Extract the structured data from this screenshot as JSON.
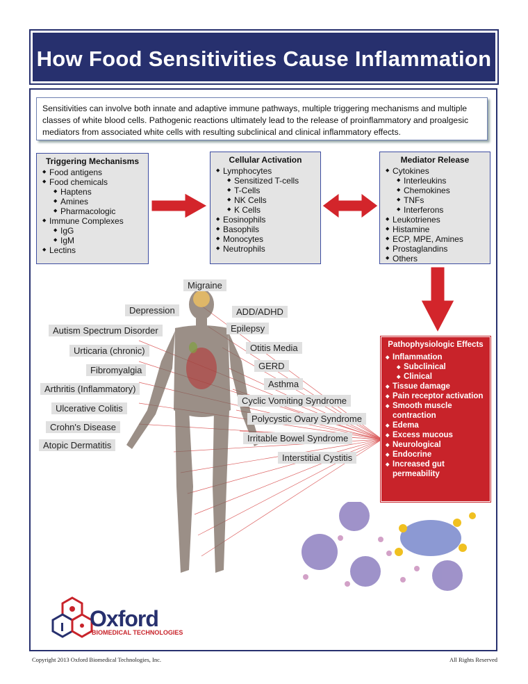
{
  "header": {
    "title": "How Food Sensitivities Cause Inflammation"
  },
  "intro": {
    "text": "Sensitivities can involve both innate and adaptive immune pathways, multiple triggering mechanisms and multiple classes of white blood cells.  Pathogenic reactions ultimately lead to the release of proinflammatory and proalgesic mediators from associated white cells with resulting subclinical and clinical inflammatory effects."
  },
  "triggering": {
    "title": "Triggering Mechanisms",
    "items": [
      {
        "text": "Food antigens",
        "level": 0
      },
      {
        "text": "Food chemicals",
        "level": 0
      },
      {
        "text": "Haptens",
        "level": 1
      },
      {
        "text": "Amines",
        "level": 1
      },
      {
        "text": "Pharmacologic",
        "level": 1
      },
      {
        "text": "Immune Complexes",
        "level": 0
      },
      {
        "text": "IgG",
        "level": 1
      },
      {
        "text": "IgM",
        "level": 1
      },
      {
        "text": "Lectins",
        "level": 0
      }
    ]
  },
  "cellular": {
    "title": "Cellular Activation",
    "items": [
      {
        "text": "Lymphocytes",
        "level": 0
      },
      {
        "text": "Sensitized T-cells",
        "level": 1
      },
      {
        "text": "T-Cells",
        "level": 1
      },
      {
        "text": "NK Cells",
        "level": 1
      },
      {
        "text": "K Cells",
        "level": 1
      },
      {
        "text": "Eosinophils",
        "level": 0
      },
      {
        "text": "Basophils",
        "level": 0
      },
      {
        "text": "Monocytes",
        "level": 0
      },
      {
        "text": "Neutrophils",
        "level": 0
      }
    ]
  },
  "mediator": {
    "title": "Mediator Release",
    "items": [
      {
        "text": "Cytokines",
        "level": 0
      },
      {
        "text": "Interleukins",
        "level": 1
      },
      {
        "text": "Chemokines",
        "level": 1
      },
      {
        "text": "TNFs",
        "level": 1
      },
      {
        "text": "Interferons",
        "level": 1
      },
      {
        "text": "Leukotrienes",
        "level": 0
      },
      {
        "text": "Histamine",
        "level": 0
      },
      {
        "text": "ECP, MPE, Amines",
        "level": 0
      },
      {
        "text": "Prostaglandins",
        "level": 0
      },
      {
        "text": "Others",
        "level": 0
      }
    ]
  },
  "patho": {
    "title": "Pathophysiologic Effects",
    "items": [
      {
        "text": "Inflammation",
        "level": 0
      },
      {
        "text": "Subclinical",
        "level": 1
      },
      {
        "text": "Clinical",
        "level": 1
      },
      {
        "text": "Tissue damage",
        "level": 0
      },
      {
        "text": "Pain receptor activation",
        "level": 0
      },
      {
        "text": "Smooth muscle contraction",
        "level": 0
      },
      {
        "text": "Edema",
        "level": 0
      },
      {
        "text": "Excess mucous",
        "level": 0
      },
      {
        "text": "Neurological",
        "level": 0
      },
      {
        "text": "Endocrine",
        "level": 0
      },
      {
        "text": "Increased gut permeability",
        "level": 0
      }
    ]
  },
  "conditions_left": [
    "Depression",
    "Autism Spectrum Disorder",
    "Urticaria (chronic)",
    "Fibromyalgia",
    "Arthritis (Inflammatory)",
    "Ulcerative Colitis",
    "Crohn's Disease",
    "Atopic Dermatitis"
  ],
  "conditions_right": [
    "Migraine",
    "ADD/ADHD",
    "Epilepsy",
    "Otitis Media",
    "GERD",
    "Asthma",
    "Cyclic Vomiting Syndrome",
    "Polycystic Ovary Syndrome",
    "Irritable Bowel Syndrome",
    "Interstitial Cystitis"
  ],
  "logo": {
    "word": "Oxford",
    "sub": "BIOMEDICAL TECHNOLOGIES"
  },
  "footer": {
    "copyright": "Copyright 2013 Oxford Biomedical Technologies, Inc.",
    "rights": "All Rights Reserved"
  },
  "colors": {
    "navy": "#27306e",
    "red": "#c8232a",
    "box_border": "#3c4ca0",
    "box_fill": "#e4e4e4"
  }
}
